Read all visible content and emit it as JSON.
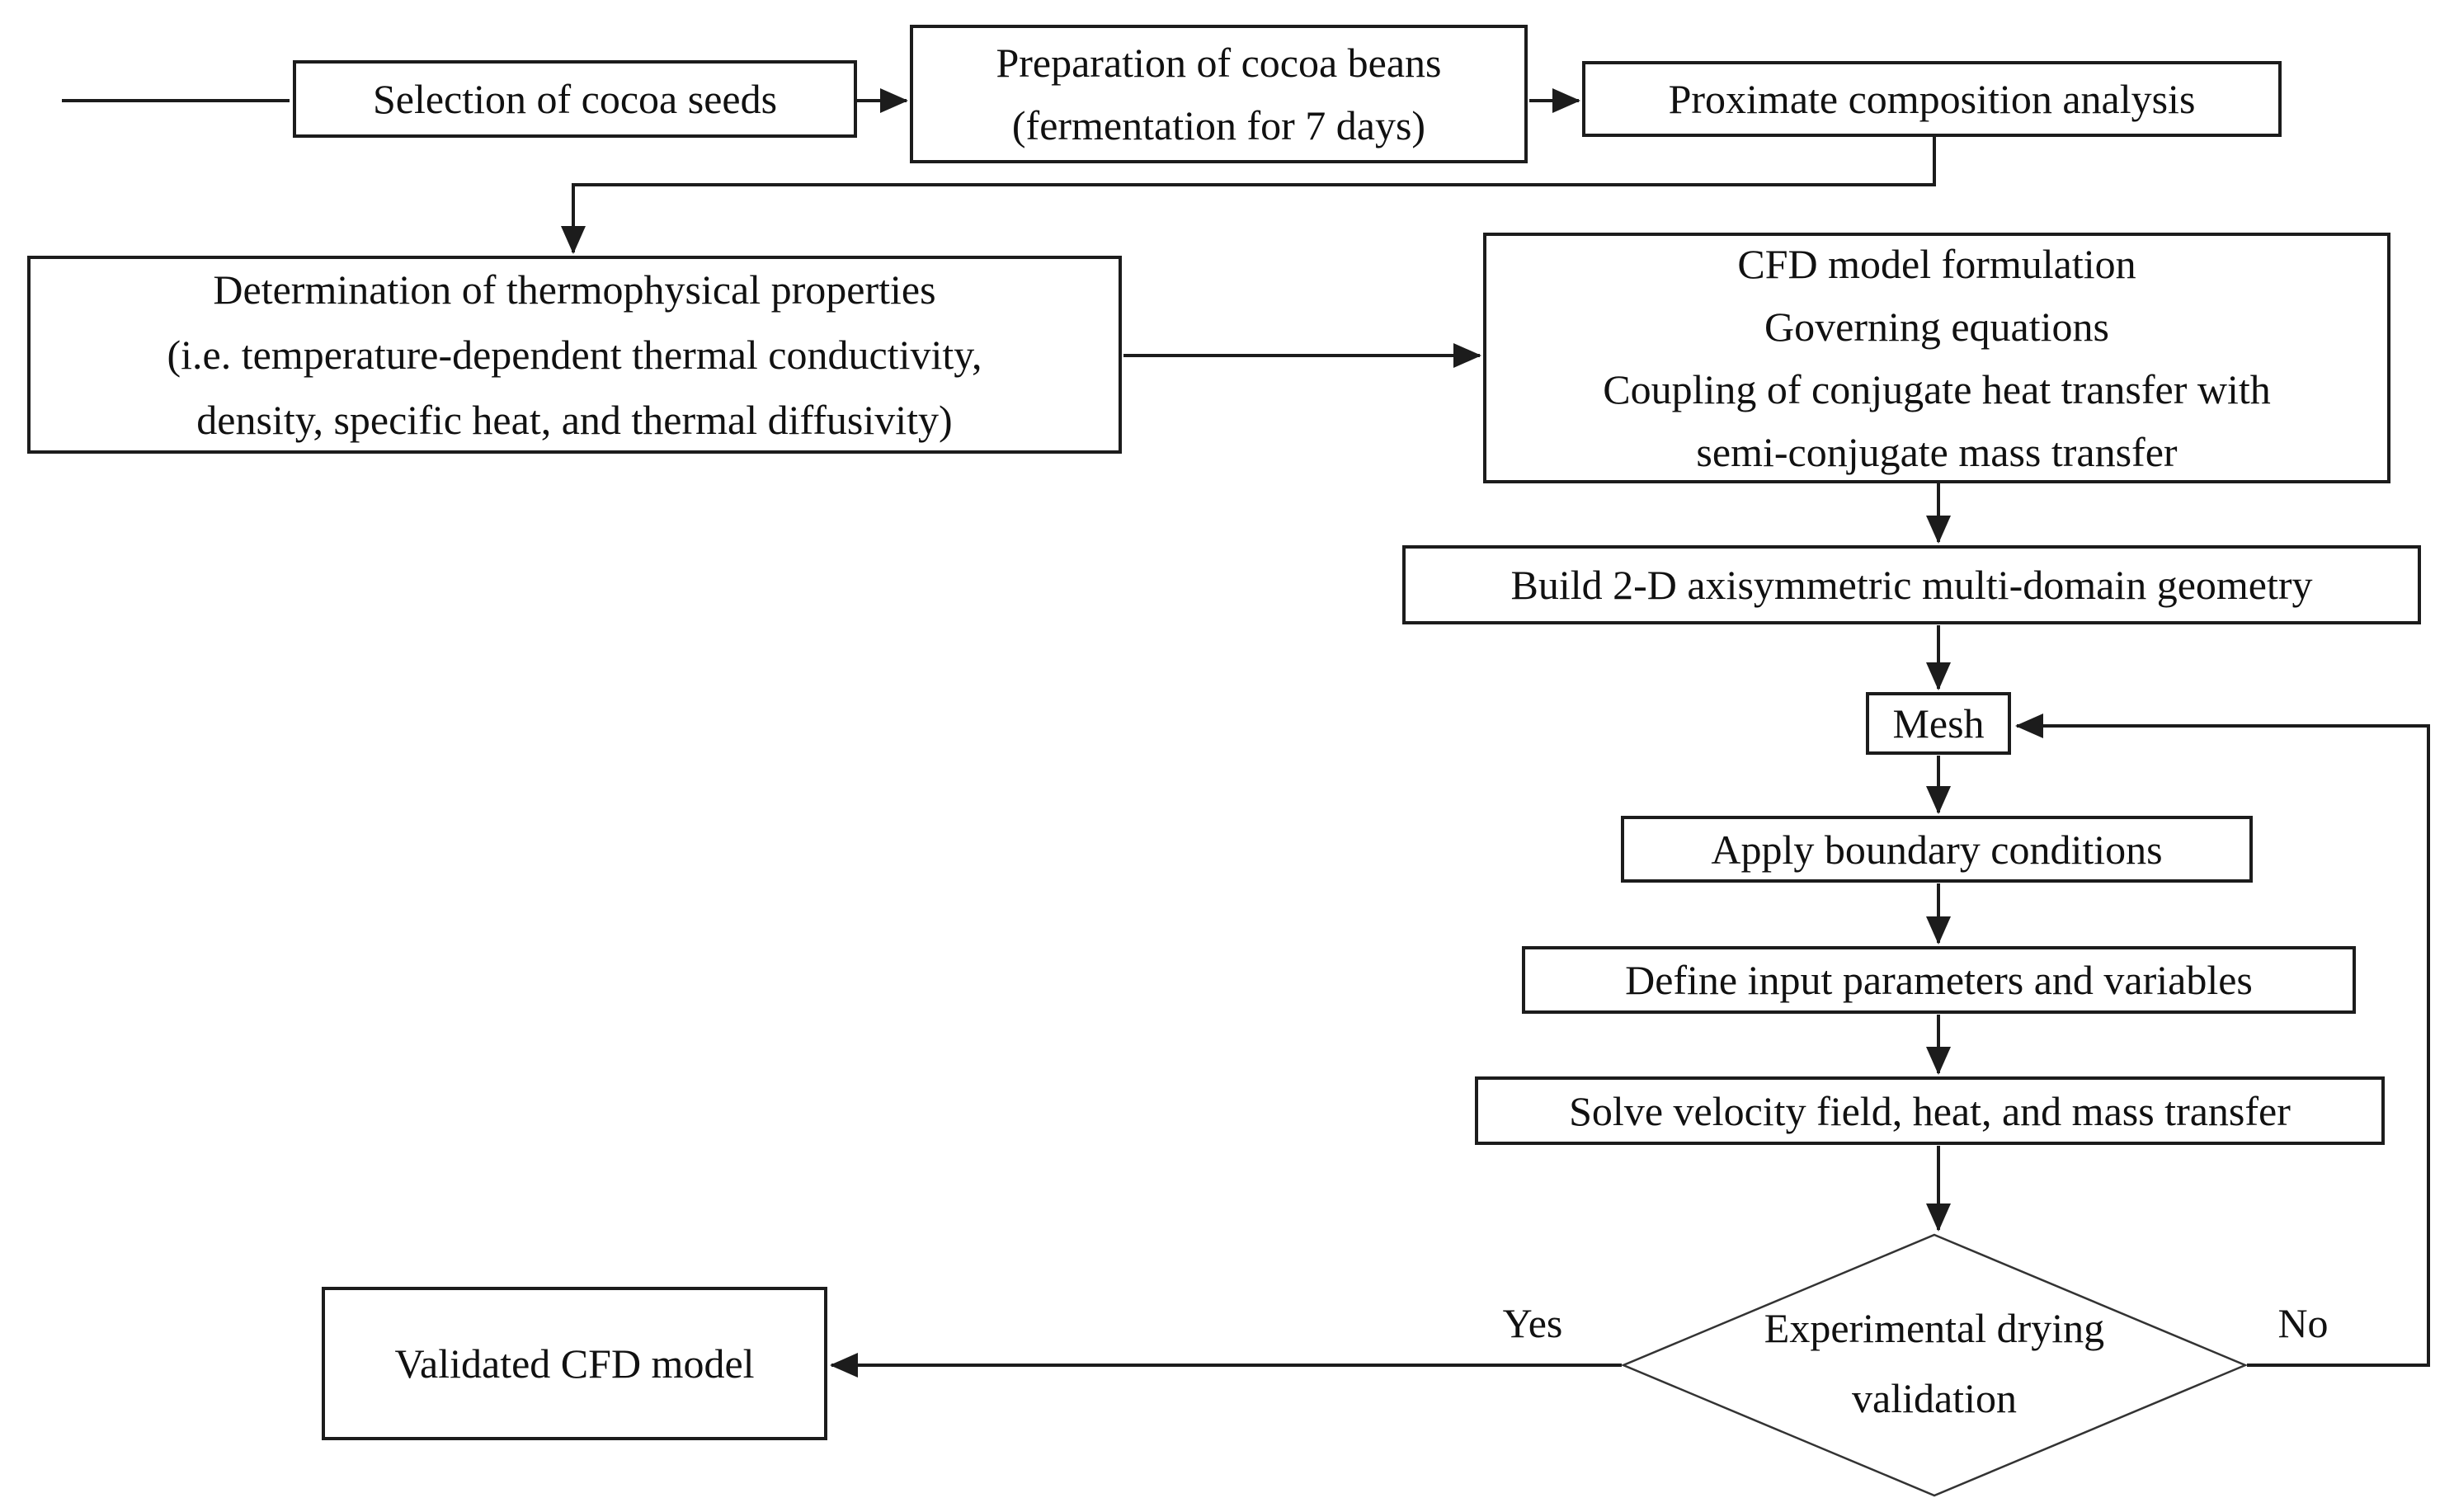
{
  "diagram": {
    "nodes": {
      "selection": {
        "label": "Selection of cocoa seeds"
      },
      "preparation": {
        "label": "Preparation of cocoa beans\n(fermentation for 7 days)"
      },
      "proximate": {
        "label": "Proximate composition analysis"
      },
      "thermo": {
        "label": "Determination of thermophysical properties\n(i.e. temperature-dependent thermal conductivity,\ndensity, specific heat, and thermal diffusivity)"
      },
      "cfd": {
        "label": "CFD model formulation\nGoverning equations\nCoupling of conjugate heat transfer with\nsemi-conjugate mass transfer"
      },
      "geometry": {
        "label": "Build 2-D axisymmetric multi-domain geometry"
      },
      "mesh": {
        "label": "Mesh"
      },
      "boundary": {
        "label": "Apply boundary conditions"
      },
      "inputs": {
        "label": "Define input parameters and variables"
      },
      "solve": {
        "label": "Solve velocity field, heat, and mass transfer"
      },
      "decision": {
        "label": "Experimental drying\nvalidation"
      },
      "validated": {
        "label": "Validated CFD model"
      }
    },
    "branch_labels": {
      "yes": "Yes",
      "no": "No"
    },
    "colors": {
      "background": "#ffffff",
      "line": "#1c1c1c",
      "text": "#111111"
    }
  }
}
